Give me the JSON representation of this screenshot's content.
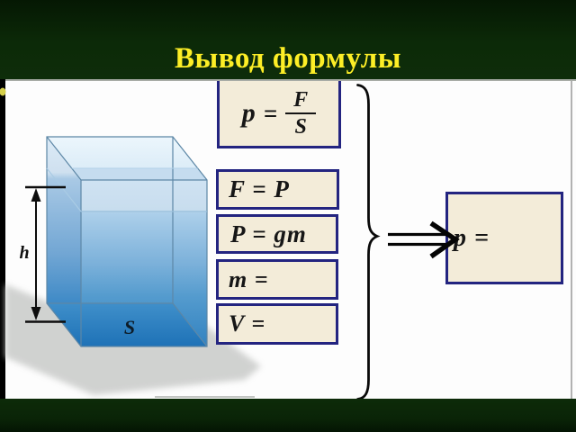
{
  "slide": {
    "title": "Вывод формулы",
    "colors": {
      "title_text": "#fdee26",
      "bar_green": "#0c2a08",
      "content_bg": "#fdfdfd",
      "box_border": "#232480",
      "box_fill": "#f3ecd9",
      "water_light": "#cfe2f2",
      "water_dark": "#2377bb",
      "shadow_gray": "#c9cbc9"
    }
  },
  "diagram": {
    "height_label": "h",
    "base_label": "S"
  },
  "formulas": {
    "main": {
      "lhs": "p",
      "eq": "=",
      "num": "F",
      "den": "S"
    },
    "steps": [
      {
        "text": "F = P"
      },
      {
        "text": "P = gm"
      },
      {
        "text": "m ="
      },
      {
        "text": "V ="
      }
    ],
    "result": {
      "text": "p ="
    }
  }
}
